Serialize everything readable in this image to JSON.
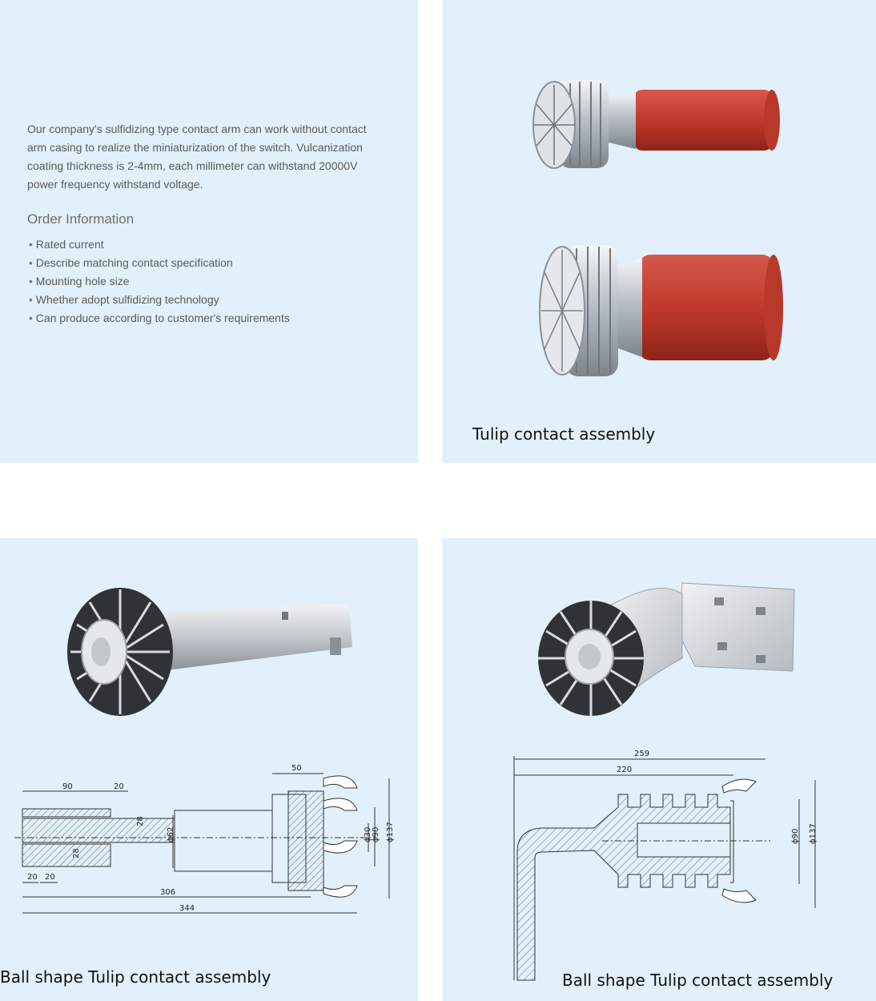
{
  "description": "Our company's sulfidizing type contact arm can work without contact arm casing to realize the miniaturization of the switch. Vulcanization coating thickness is 2-4mm, each millimeter can withstand 20000V power frequency withstand voltage.",
  "order": {
    "title": "Order Information",
    "items": [
      "Rated current",
      "Describe matching contact specification",
      "Mounting hole size",
      "Whether adopt sulfidizing technology",
      "Can produce according to customer's requirements"
    ]
  },
  "captions": {
    "tulip": "Tulip contact assembly",
    "ball_left": "Ball shape Tulip contact assembly",
    "ball_right": "Ball shape Tulip contact assembly"
  },
  "drawing_left": {
    "d90": "90",
    "d20_top": "20",
    "d50": "50",
    "d28_a": "28",
    "d28_b": "28",
    "d20_a": "20",
    "d20_b": "20",
    "phi62": "ϕ62",
    "phi30": "ϕ30",
    "phi90": "ϕ90",
    "phi137": "ϕ137",
    "d306": "306",
    "d344": "344"
  },
  "drawing_right": {
    "d259": "259",
    "d220": "220",
    "phi90": "ϕ90",
    "phi137": "ϕ137"
  },
  "colors": {
    "panel": "#e1f0fb",
    "sleeve": "#c0392b",
    "metal": "#c8cdd2"
  }
}
